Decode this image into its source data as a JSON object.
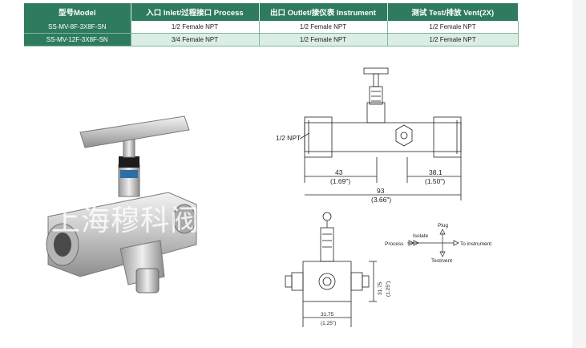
{
  "table": {
    "headers": [
      "型号Model",
      "入口 Inlet/过程接口 Process",
      "出口 Outlet/接仪表 Instrument",
      "测试 Test/排放 Vent(2X)"
    ],
    "rows": [
      [
        "SS-MV-8F-3X8F-SN",
        "1/2 Female NPT",
        "1/2 Female NPT",
        "1/2  Female NPT"
      ],
      [
        "SS-MV-12F-3X8F-SN",
        "3/4 Female NPT",
        "1/2 Female NPT",
        "1/2  Female NPT"
      ]
    ]
  },
  "watermark": "上海穆科阀",
  "drawing": {
    "port_label": "1/2 NPT",
    "dim_left": "43",
    "dim_left_in": "(1.69\")",
    "dim_right": "38.1",
    "dim_right_in": "(1.50\")",
    "dim_total": "93",
    "dim_total_in": "(3.66\")",
    "dim_vert": "31.75",
    "dim_vert_in": "(1.25\")",
    "dim_bottom": "31.75",
    "dim_bottom_in": "(1.25\")"
  },
  "schematic": {
    "plug": "Plug",
    "isolate": "Isolate",
    "process": "Process",
    "to_instrument": "To instrument",
    "test_vent": "Test/vent"
  }
}
